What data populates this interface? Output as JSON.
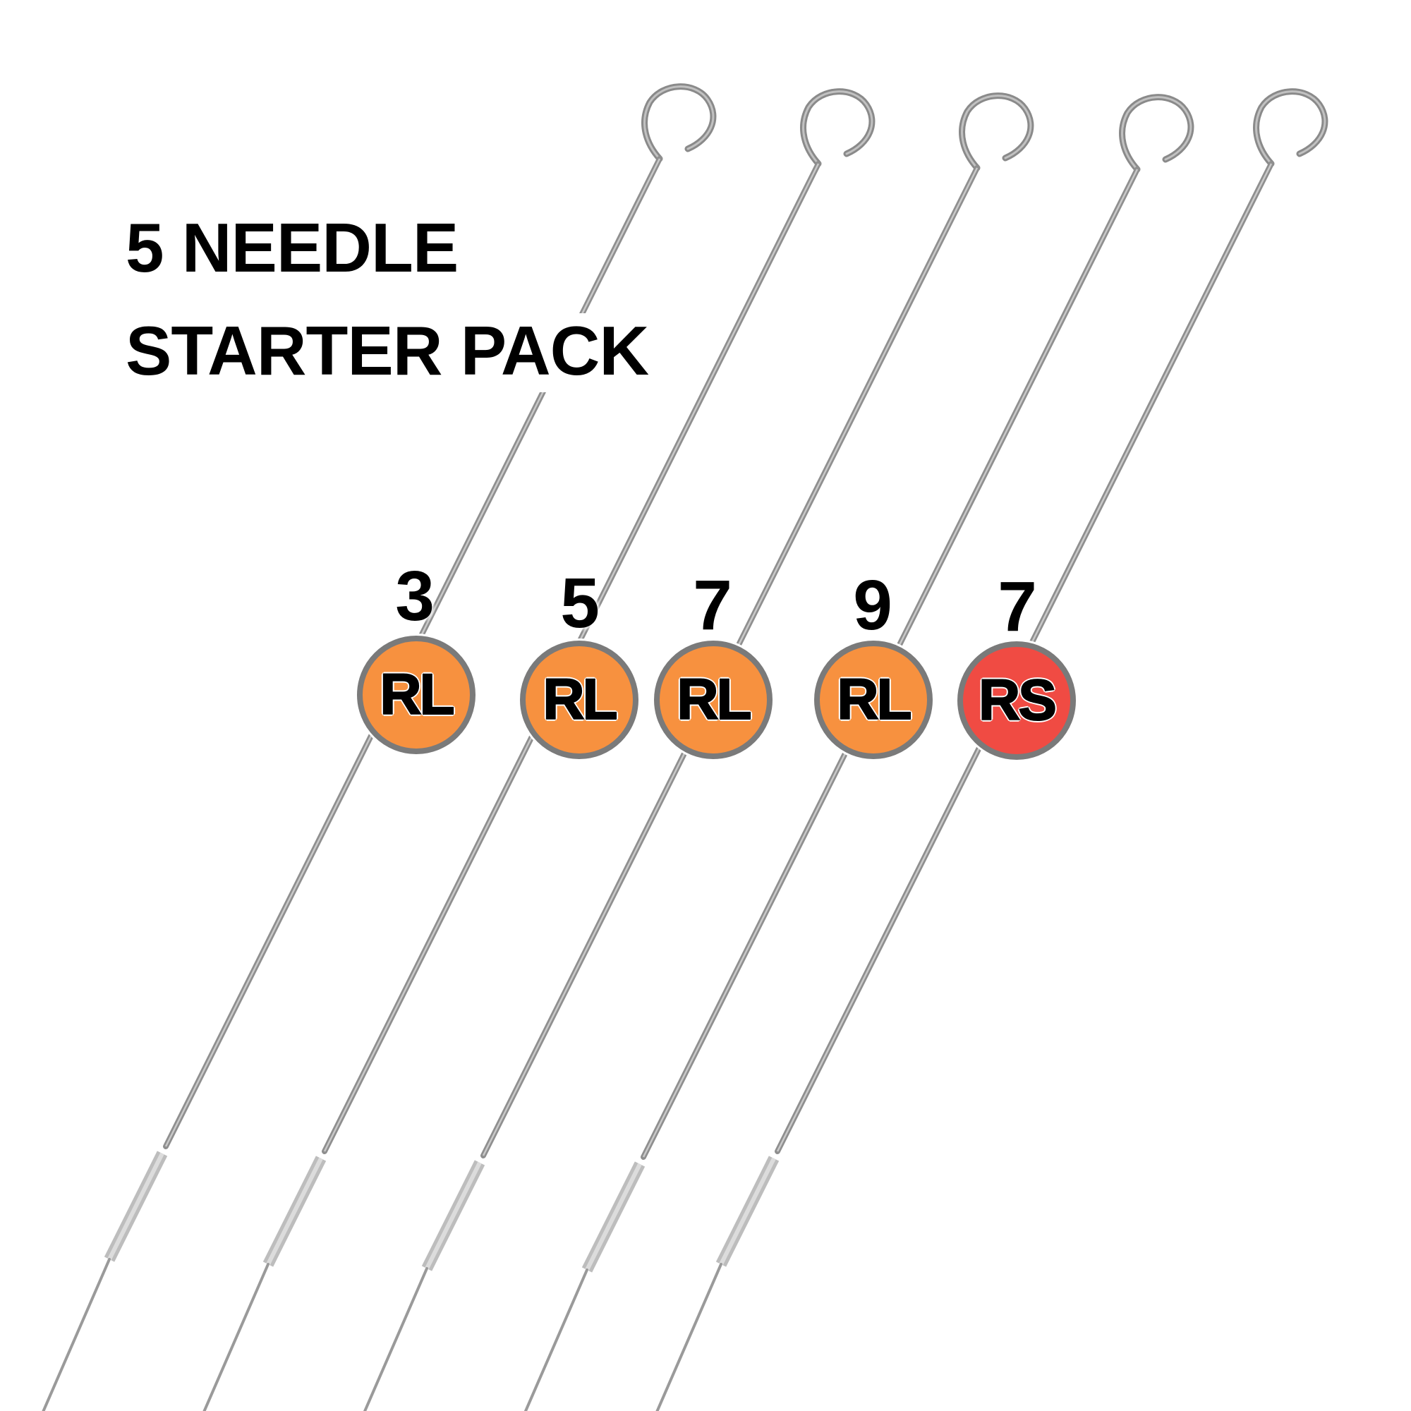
{
  "title": {
    "line1": "5 NEEDLE",
    "line2": "STARTER PACK"
  },
  "needles": [
    {
      "count": "3",
      "type": "RL",
      "color": "#F7913F"
    },
    {
      "count": "5",
      "type": "RL",
      "color": "#F7913F"
    },
    {
      "count": "7",
      "type": "RL",
      "color": "#F7913F"
    },
    {
      "count": "9",
      "type": "RL",
      "color": "#F7913F"
    },
    {
      "count": "7",
      "type": "RS",
      "color": "#F04B43"
    }
  ],
  "colors": {
    "badge_ring": "#7a7a7a",
    "needle_steel": "#8f8f8f",
    "text": "#000000"
  }
}
